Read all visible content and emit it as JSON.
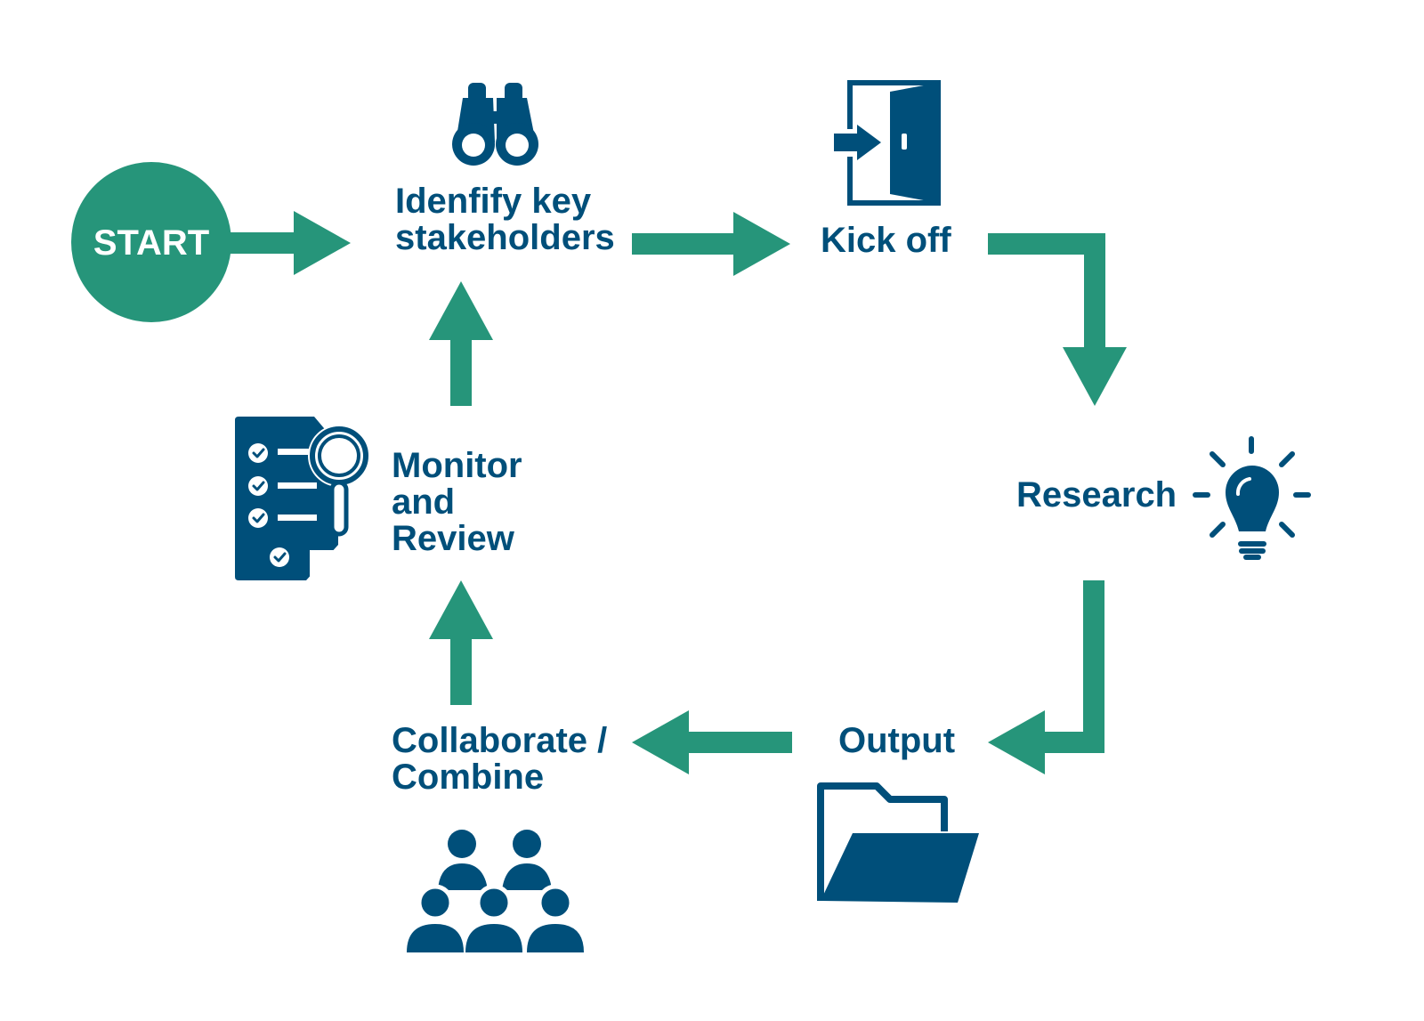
{
  "colors": {
    "accent_green": "#26957a",
    "text_blue": "#004f7a",
    "icon_blue": "#004f7a",
    "background": "#ffffff"
  },
  "start": {
    "label": "START"
  },
  "steps": {
    "identify": {
      "line1": "Idenfify key",
      "line2": "stakeholders",
      "icon": "binoculars-icon"
    },
    "kickoff": {
      "label": "Kick off",
      "icon": "door-enter-icon"
    },
    "research": {
      "label": "Research",
      "icon": "lightbulb-icon"
    },
    "output": {
      "label": "Output",
      "icon": "folder-icon"
    },
    "collaborate": {
      "line1": "Collaborate /",
      "line2": "Combine",
      "icon": "team-icon"
    },
    "monitor": {
      "line1": "Monitor",
      "line2": "and",
      "line3": "Review",
      "icon": "checklist-search-icon"
    }
  }
}
